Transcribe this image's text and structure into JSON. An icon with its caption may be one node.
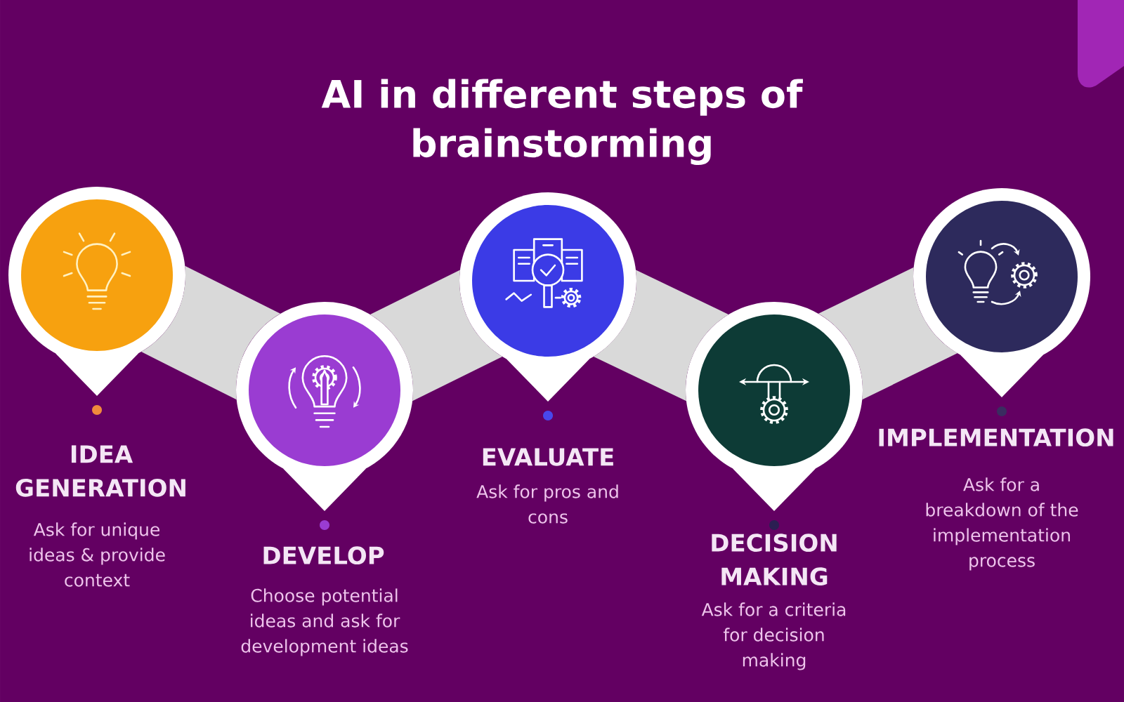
{
  "diagram": {
    "title": "AI in different steps of brainstorming",
    "nodes": [
      {
        "text": [
          "IDEA GENERATION",
          "Ask for unique ideas & provide context"
        ]
      },
      {
        "text": [
          "DEVELOP",
          "Choose potential ideas and ask for development ideas"
        ]
      },
      {
        "text": [
          "EVALUATE",
          "Ask for pros and cons"
        ]
      },
      {
        "text": [
          "DECISION MAKING",
          "Ask for a criteria for decision making"
        ]
      },
      {
        "text": [
          "IMPLEMENTATION",
          "Ask for a breakdown of the implementation process"
        ]
      }
    ],
    "edges": [
      {
        "from": 0,
        "to": 1,
        "arrow": "none"
      },
      {
        "from": 1,
        "to": 2,
        "arrow": "none"
      },
      {
        "from": 2,
        "to": 3,
        "arrow": "none"
      },
      {
        "from": 3,
        "to": 4,
        "arrow": "none"
      }
    ]
  }
}
